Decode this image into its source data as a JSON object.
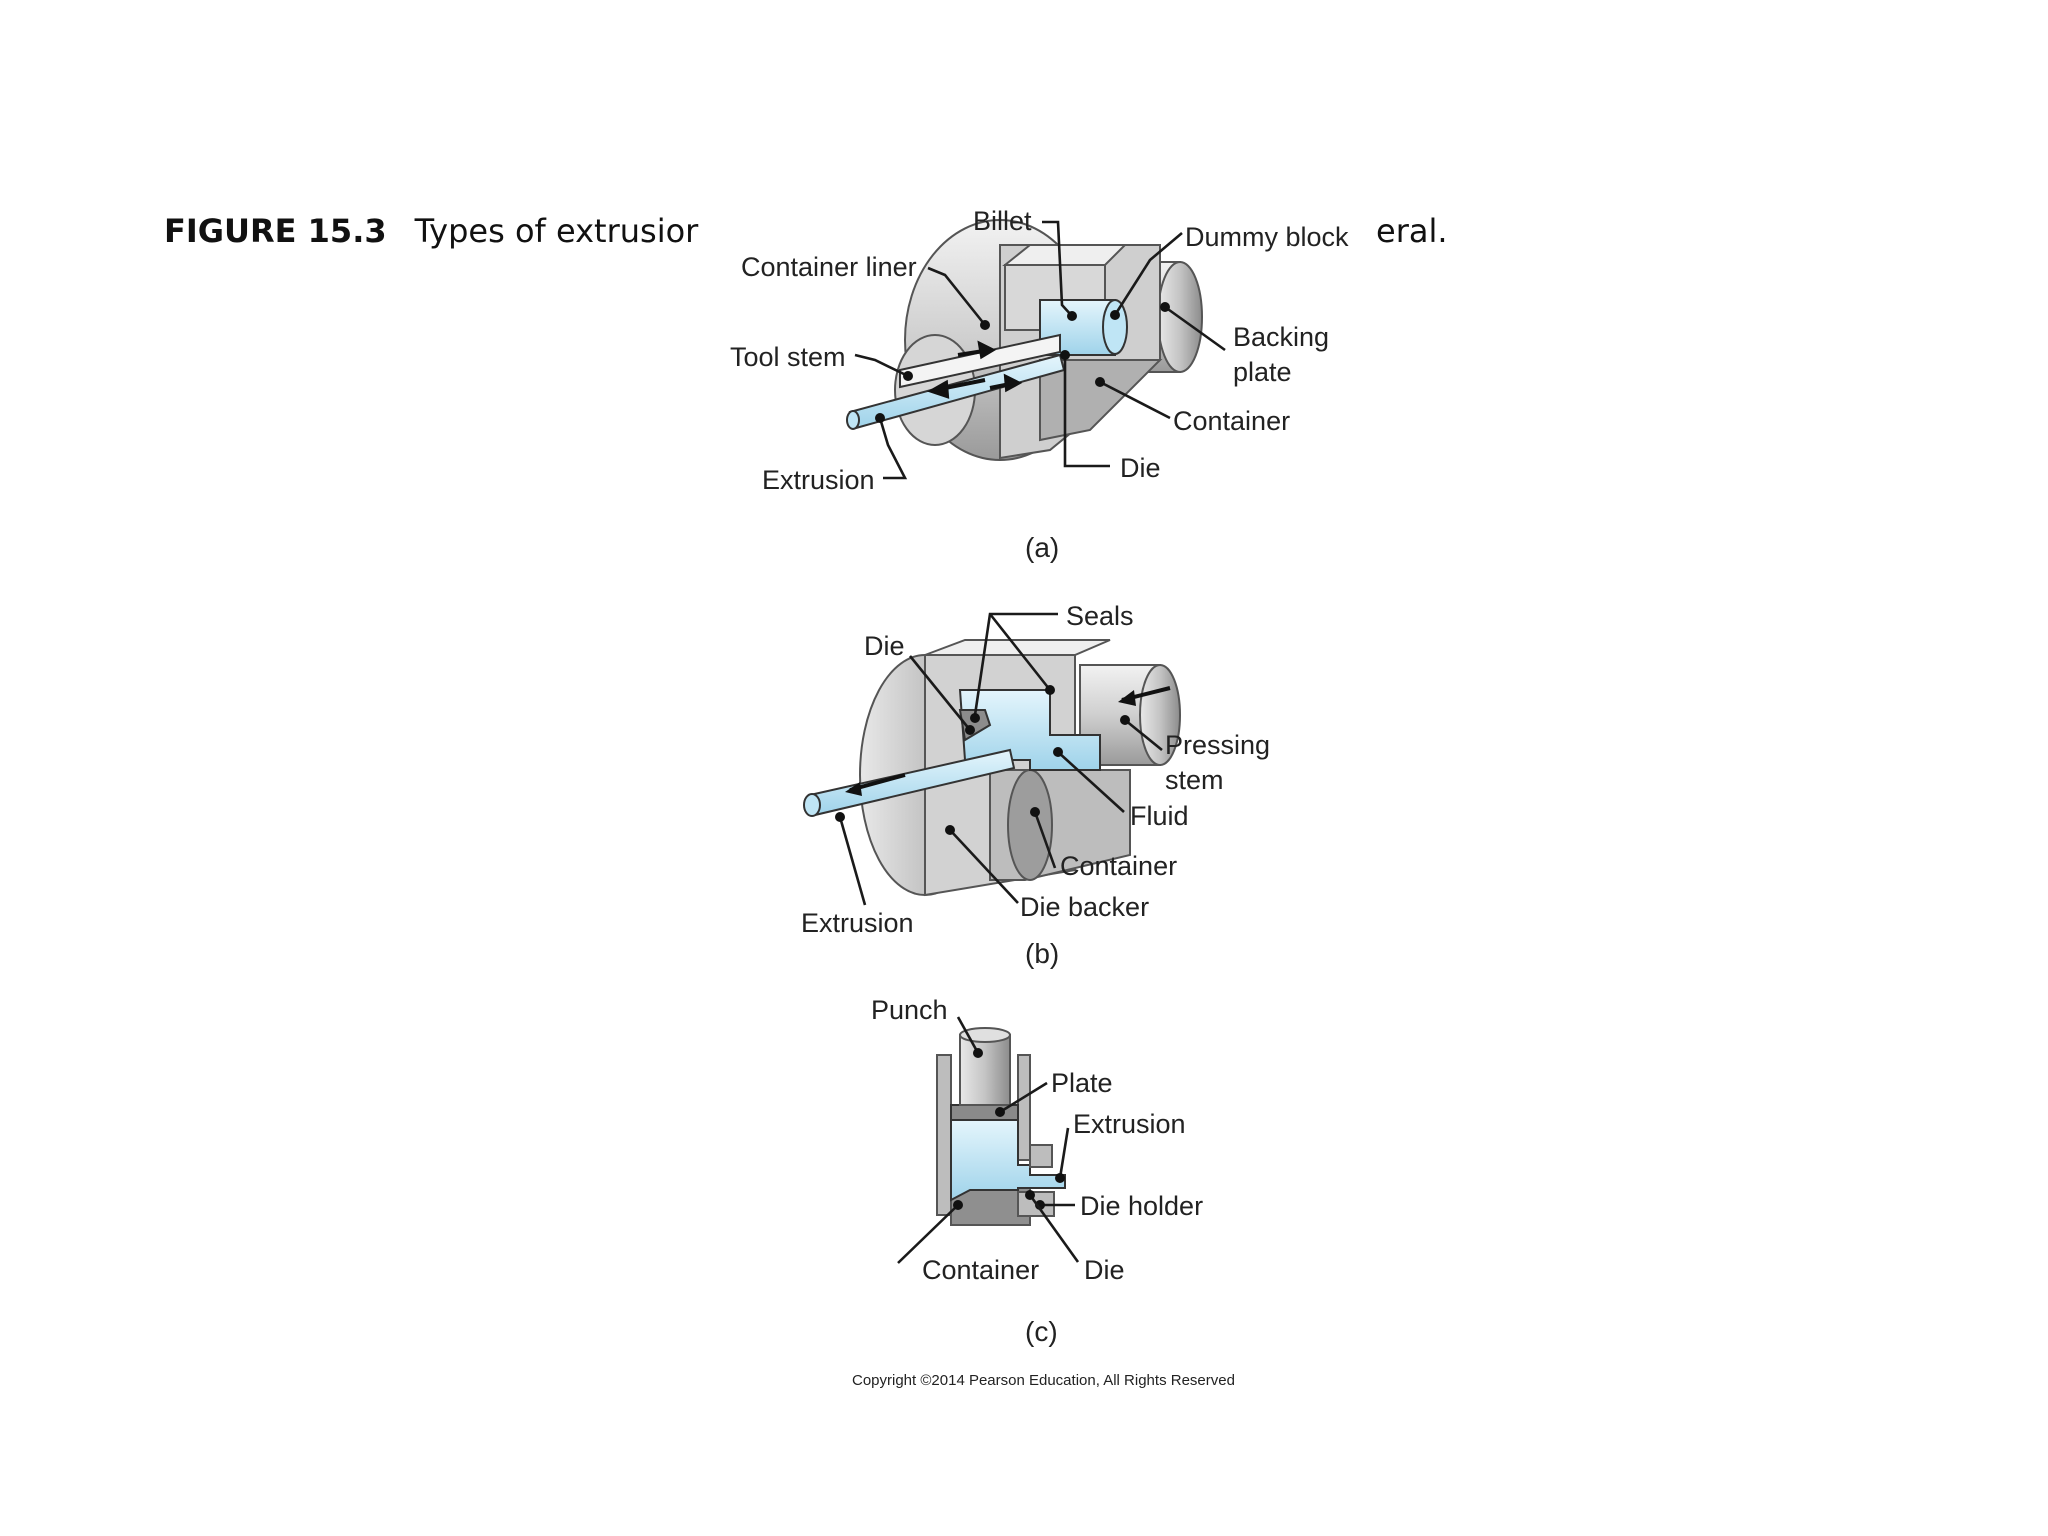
{
  "caption": {
    "figure_number": "FIGURE 15.3",
    "text_visible_left": "Types of extrusior",
    "text_visible_right": "eral."
  },
  "diagram_a": {
    "labels": {
      "billet": "Billet",
      "dummy_block": "Dummy block",
      "container_liner": "Container liner",
      "backing_plate_line1": "Backing",
      "backing_plate_line2": "plate",
      "tool_stem": "Tool stem",
      "container": "Container",
      "die": "Die",
      "extrusion": "Extrusion"
    },
    "sublabel": "(a)"
  },
  "diagram_b": {
    "labels": {
      "seals": "Seals",
      "die": "Die",
      "pressing_stem_line1": "Pressing",
      "pressing_stem_line2": "stem",
      "fluid": "Fluid",
      "container": "Container",
      "die_backer": "Die backer",
      "extrusion": "Extrusion"
    },
    "sublabel": "(b)"
  },
  "diagram_c": {
    "labels": {
      "punch": "Punch",
      "plate": "Plate",
      "extrusion": "Extrusion",
      "die_holder": "Die holder",
      "container": "Container",
      "die": "Die"
    },
    "sublabel": "(c)"
  },
  "copyright": "Copyright ©2014 Pearson Education, All Rights Reserved",
  "colors": {
    "metal_light": "#e6e6e6",
    "metal_mid": "#bdbdbd",
    "metal_dark": "#8a8a8a",
    "material_blue": "#c7e8f6"
  }
}
